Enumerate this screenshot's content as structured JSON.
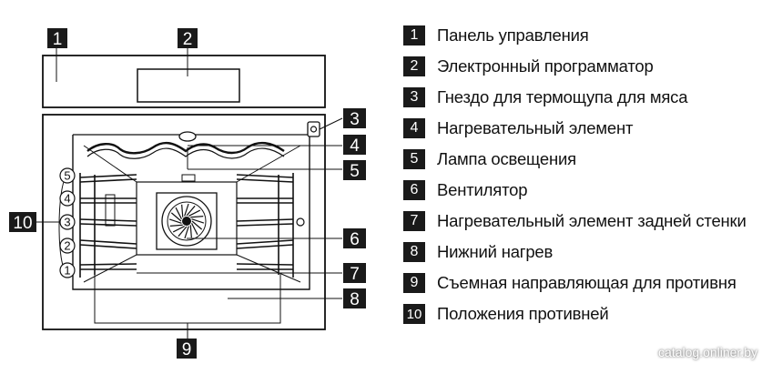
{
  "callouts": [
    "1",
    "2",
    "3",
    "4",
    "5",
    "6",
    "7",
    "8",
    "9",
    "10"
  ],
  "shelf_positions": [
    "5",
    "4",
    "3",
    "2",
    "1"
  ],
  "legend": [
    {
      "num": "1",
      "text": "Панель управления"
    },
    {
      "num": "2",
      "text": "Электронный программатор"
    },
    {
      "num": "3",
      "text": "Гнездо для термощупа для мяса"
    },
    {
      "num": "4",
      "text": "Нагревательный элемент"
    },
    {
      "num": "5",
      "text": "Лампа освещения"
    },
    {
      "num": "6",
      "text": "Вентилятор"
    },
    {
      "num": "7",
      "text": "Нагревательный элемент задней стенки"
    },
    {
      "num": "8",
      "text": "Нижний нагрев"
    },
    {
      "num": "9",
      "text": "Съемная направляющая для противня"
    },
    {
      "num": "10",
      "text": "Положения противней"
    }
  ],
  "watermark": "catalog.onliner.by"
}
